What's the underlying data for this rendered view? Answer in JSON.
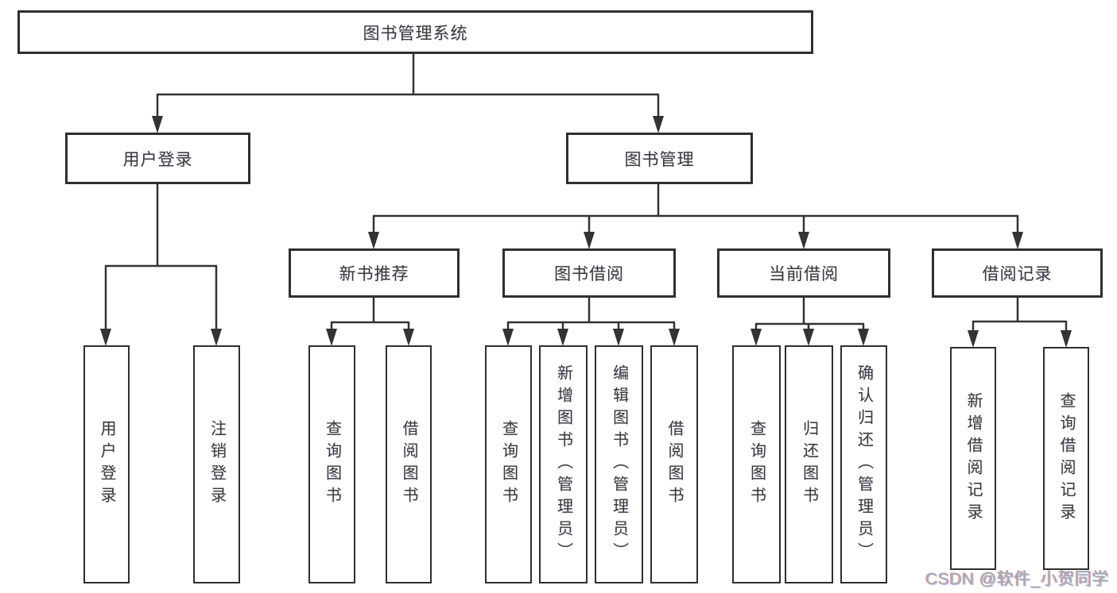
{
  "colors": {
    "line": "#333333",
    "border": "#2f2f2f",
    "text": "#3a3a3a",
    "background": "#ffffff",
    "watermark": "#a9a9a9"
  },
  "watermark": "CSDN @软件_小贺同学",
  "tree": {
    "label": "图书管理系统",
    "children": [
      {
        "label": "用户登录",
        "children": [
          {
            "label": "用户登录"
          },
          {
            "label": "注销登录"
          }
        ]
      },
      {
        "label": "图书管理",
        "children": [
          {
            "label": "新书推荐",
            "children": [
              {
                "label": "查询图书"
              },
              {
                "label": "借阅图书"
              }
            ]
          },
          {
            "label": "图书借阅",
            "children": [
              {
                "label": "查询图书"
              },
              {
                "label": "新增图书（管理员）"
              },
              {
                "label": "编辑图书（管理员）"
              },
              {
                "label": "借阅图书"
              }
            ]
          },
          {
            "label": "当前借阅",
            "children": [
              {
                "label": "查询图书"
              },
              {
                "label": "归还图书"
              },
              {
                "label": "确认归还（管理员）"
              }
            ]
          },
          {
            "label": "借阅记录",
            "children": [
              {
                "label": "新增借阅记录"
              },
              {
                "label": "查询借阅记录"
              }
            ]
          }
        ]
      }
    ]
  }
}
